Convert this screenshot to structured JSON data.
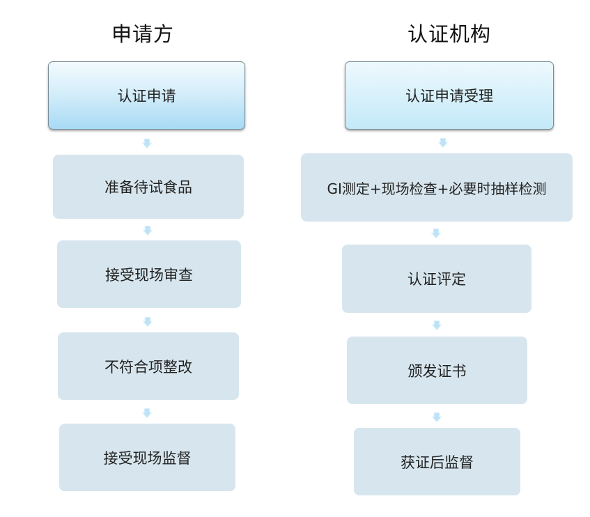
{
  "left_column": {
    "title": "申请方",
    "steps": [
      "认证申请",
      "准备待试食品",
      "接受现场审查",
      "不符合项整改",
      "接受现场监督"
    ]
  },
  "right_column": {
    "title": "认证机构",
    "steps": [
      "认证申请受理",
      "GI测定+现场检查+必要时抽样检测",
      "认证评定",
      "颁发证书",
      "获证后监督"
    ]
  },
  "colors": {
    "box_fill": "#d7e6ee",
    "head_gradient_bottom": "#a8daf5",
    "arrow_fill": "#bfe3f6"
  }
}
